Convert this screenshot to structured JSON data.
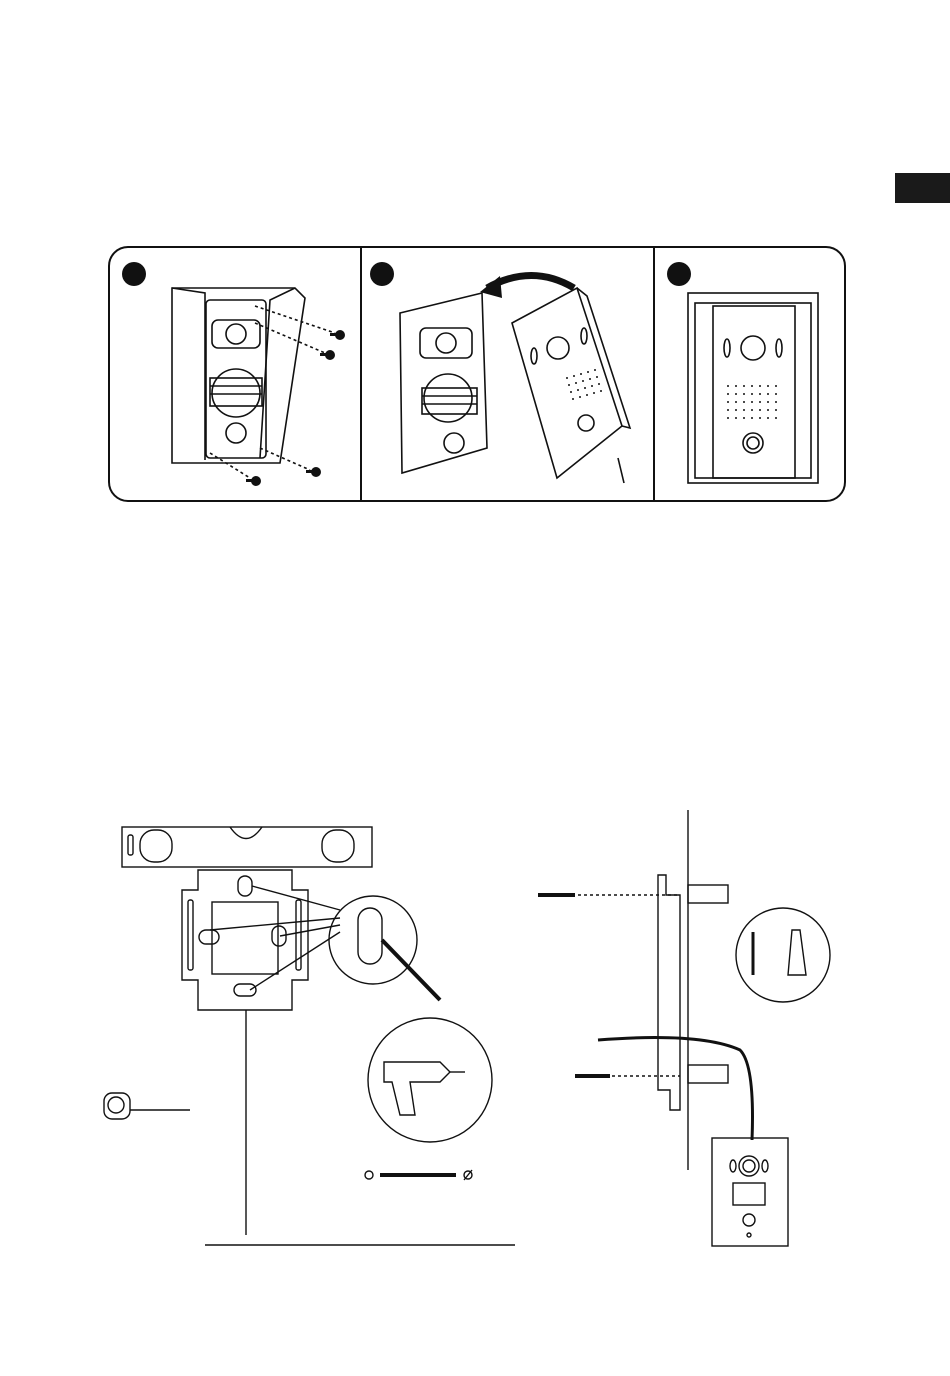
{
  "document": {
    "section_tab": {
      "color": "#1a1a1a"
    },
    "steps": [
      {
        "badge": "",
        "illustration": "remove-screws-from-rain-cover"
      },
      {
        "badge": "",
        "illustration": "attach-front-panel-to-backplate"
      },
      {
        "badge": "",
        "illustration": "assembled-door-station"
      }
    ],
    "mounting": {
      "illustrations": [
        "spirit-level",
        "mounting-bracket",
        "pencil-mark-magnifier",
        "tape-measure",
        "drill-magnifier",
        "drill-bit",
        "wall-anchors",
        "wall-cross-section",
        "door-station-unit"
      ]
    }
  }
}
